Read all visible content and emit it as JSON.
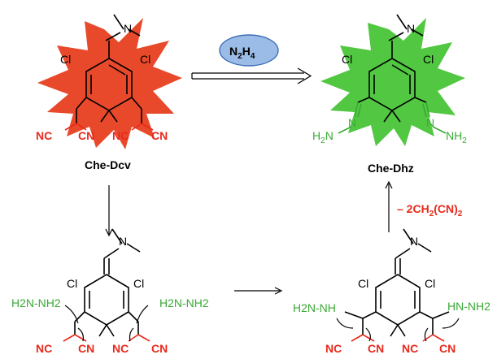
{
  "reagent": "N2H4",
  "reagent_label": {
    "main": "N",
    "sub1": "2",
    "mid": "H",
    "sub2": "4"
  },
  "byproduct": {
    "prefix": "– 2CH",
    "sub1": "2",
    "mid": "(CN)",
    "sub2": "2"
  },
  "compounds": {
    "dcv": {
      "name": "Che-Dcv"
    },
    "dhz": {
      "name": "Che-Dhz"
    }
  },
  "atoms": {
    "cl": "Cl",
    "n": "N",
    "nc": "NC",
    "cn": "CN",
    "h2n": "H",
    "h2n_sub": "2",
    "h2n_n": "N",
    "nh2": "NH",
    "nh2_sub": "2",
    "nh2_left": "N",
    "hydrazine_left": "H2N-NH2",
    "hydrazine_right": "H2N-NH2",
    "int_left": "H2N-NH",
    "int_right": "HN-NH2"
  },
  "colors": {
    "starburst_dcv": "#e8492a",
    "starburst_dhz": "#52c742",
    "reagent_fill": "#9bbce6",
    "reagent_stroke": "#3d6fb8",
    "red_text": "#e8291c",
    "green_text": "#3aa935"
  }
}
